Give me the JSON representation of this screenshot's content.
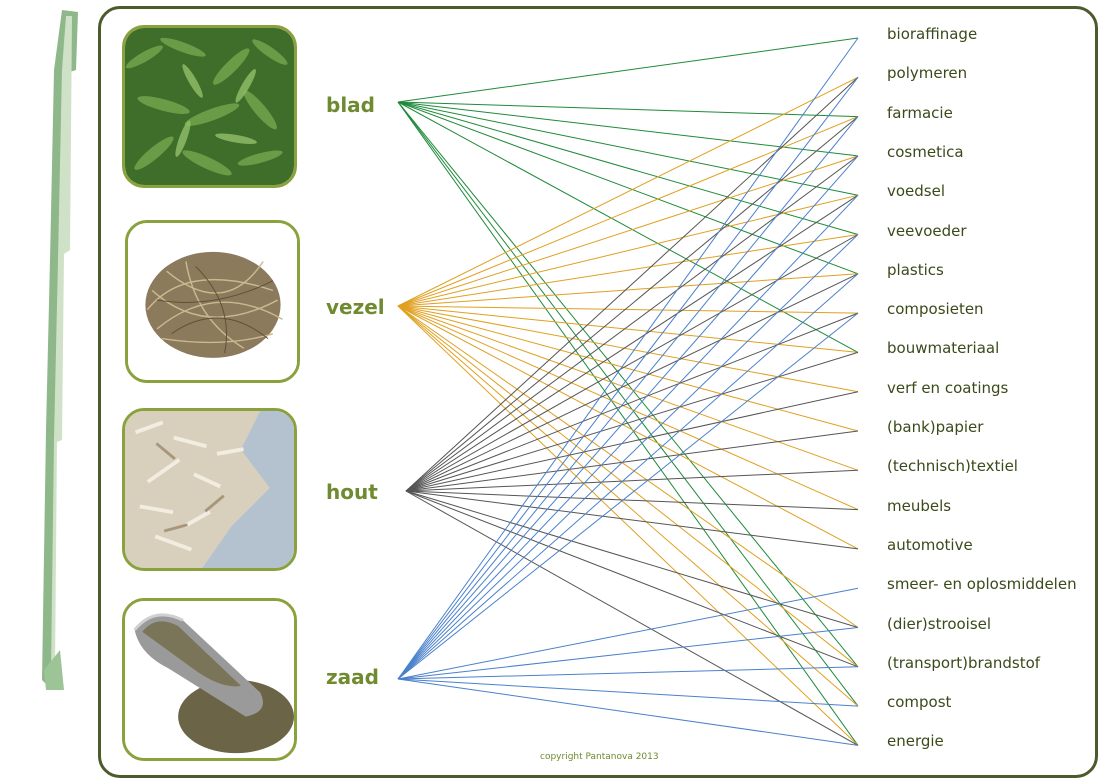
{
  "sources": [
    {
      "id": "blad",
      "label": "blad",
      "color": "#1f8a3a",
      "targets": [
        0,
        2,
        3,
        4,
        5,
        6,
        8,
        16,
        17,
        18
      ]
    },
    {
      "id": "vezel",
      "label": "vezel",
      "color": "#e0a020",
      "targets": [
        1,
        2,
        3,
        4,
        5,
        6,
        7,
        8,
        9,
        10,
        11,
        12,
        13,
        15,
        16,
        17,
        18
      ]
    },
    {
      "id": "hout",
      "label": "hout",
      "color": "#555555",
      "targets": [
        1,
        2,
        3,
        4,
        5,
        6,
        7,
        8,
        9,
        10,
        11,
        12,
        13,
        15,
        16,
        18
      ]
    },
    {
      "id": "zaad",
      "label": "zaad",
      "color": "#4a80cc",
      "targets": [
        0,
        1,
        2,
        3,
        4,
        5,
        6,
        7,
        14,
        15,
        16,
        17,
        18
      ]
    }
  ],
  "applications": [
    "bioraffinage",
    "polymeren",
    "farmacie",
    "cosmetica",
    "voedsel",
    "veevoeder",
    "plastics",
    "composieten",
    "bouwmateriaal",
    "verf en coatings",
    "(bank)papier",
    "(technisch)textiel",
    "meubels",
    "automotive",
    "smeer- en oplosmiddelen",
    "(dier)strooisel",
    "(transport)brandstof",
    "compost",
    "energie"
  ],
  "copyright": "copyright Pantanova 2013"
}
